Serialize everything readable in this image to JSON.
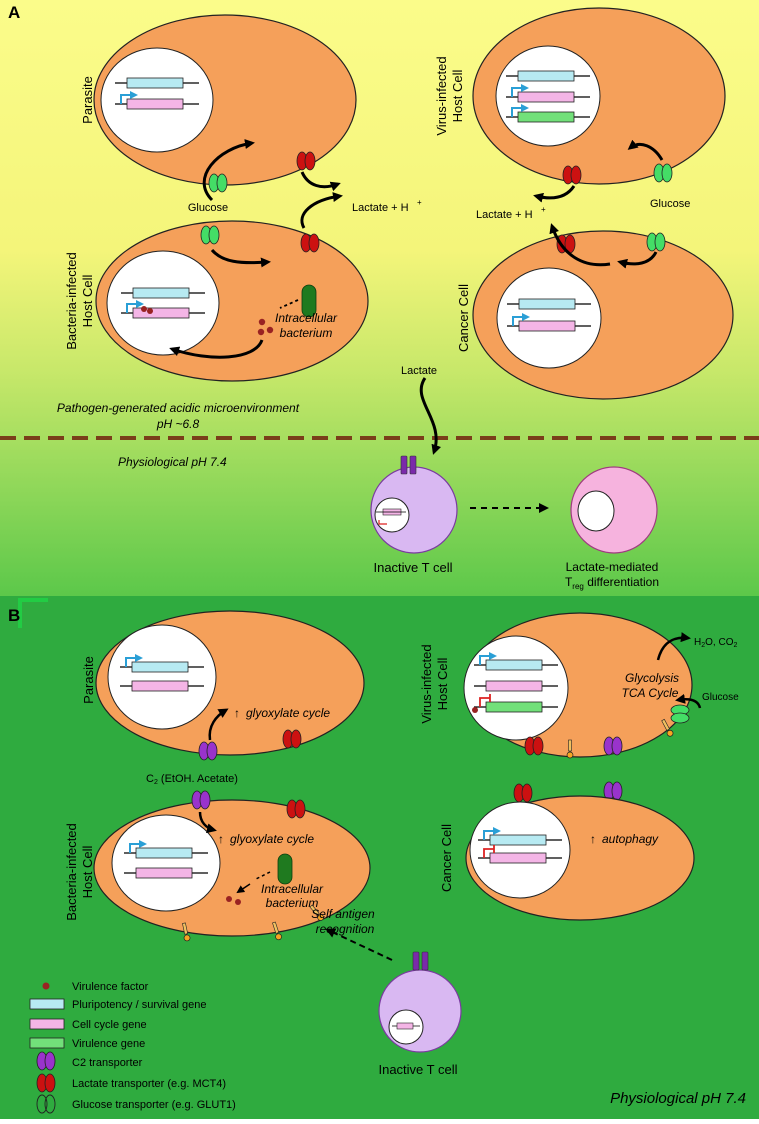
{
  "panel_a": {
    "letter": "A",
    "parasite": "Parasite",
    "virus_cell_line1": "Virus-infected",
    "virus_cell_line2": "Host Cell",
    "glucose_left": "Glucose",
    "lactate_h_left": "Lactate + H",
    "lactate_h_right": "Lactate + H",
    "plus_sup": "+",
    "glucose_right": "Glucose",
    "bacteria_cell_line1": "Bacteria-infected",
    "bacteria_cell_line2": "Host Cell",
    "intracellular_line1": "Intracellular",
    "intracellular_line2": "bacterium",
    "cancer_cell": "Cancer Cell",
    "lactate": "Lactate",
    "acidic_line1": "Pathogen-generated acidic microenvironment",
    "acidic_line2": "pH ~6.8",
    "physiological_ph": "Physiological pH 7.4",
    "inactive_t_cell": "Inactive T cell",
    "lactate_mediated": "Lactate-mediated",
    "treg_main": "T",
    "treg_sub": "reg",
    "treg_rest": " differentiation"
  },
  "panel_b": {
    "letter": "B",
    "parasite": "Parasite",
    "glyoxylate_top": "glyoxylate cycle",
    "glyoxylate_bottom": "glyoxylate cycle",
    "up_arrow": "↑",
    "c2_label_pre": "C",
    "c2_label_sub": "2",
    "c2_label_post": " (EtOH. Acetate)",
    "virus_cell_line1": "Virus-infected",
    "virus_cell_line2": "Host Cell",
    "h2o_co2_pre": "H",
    "h2o_co2_sub1": "2",
    "h2o_co2_mid": "O, CO",
    "h2o_co2_sub2": "2",
    "glycolysis": "Glycolysis",
    "tca_cycle": "TCA Cycle",
    "glucose": "Glucose",
    "bacteria_cell_line1": "Bacteria-infected",
    "bacteria_cell_line2": "Host Cell",
    "intracellular_line1": "Intracellular",
    "intracellular_line2": "bacterium",
    "self_antigen_line1": "Self antigen",
    "self_antigen_line2": "recognition",
    "cancer_cell": "Cancer Cell",
    "autophagy": "autophagy",
    "inactive_t_cell": "Inactive T cell",
    "physiological_ph": "Physiological pH 7.4"
  },
  "legend": {
    "virulence_factor": "Virulence factor",
    "pluripotency_gene": "Pluripotency / survival gene",
    "cell_cycle_gene": "Cell cycle gene",
    "virulence_gene": "Virulence gene",
    "c2_transporter": "C2 transporter",
    "lactate_transporter": "Lactate transporter (e.g. MCT4)",
    "glucose_transporter": "Glucose transporter (e.g. GLUT1)"
  },
  "colors": {
    "cell_fill": "#f5a05a",
    "nucleus_fill": "#ffffff",
    "pluripotency_gene": "#b7eaf2",
    "cell_cycle_gene": "#f4b5e6",
    "virulence_gene": "#72e07a",
    "lactate_transporter": "#cc1111",
    "glucose_transporter": "#44dd66",
    "c2_transporter": "#9933cc",
    "virulence_factor": "#992222",
    "t_cell_fill": "#d9b8f2",
    "treg_fill": "#f6b3de",
    "promoter_arrow": "#2a9fd6",
    "repressor": "#dd2222",
    "divider": "#7a3e1a",
    "panel_b_bg": "#2fab3f"
  }
}
